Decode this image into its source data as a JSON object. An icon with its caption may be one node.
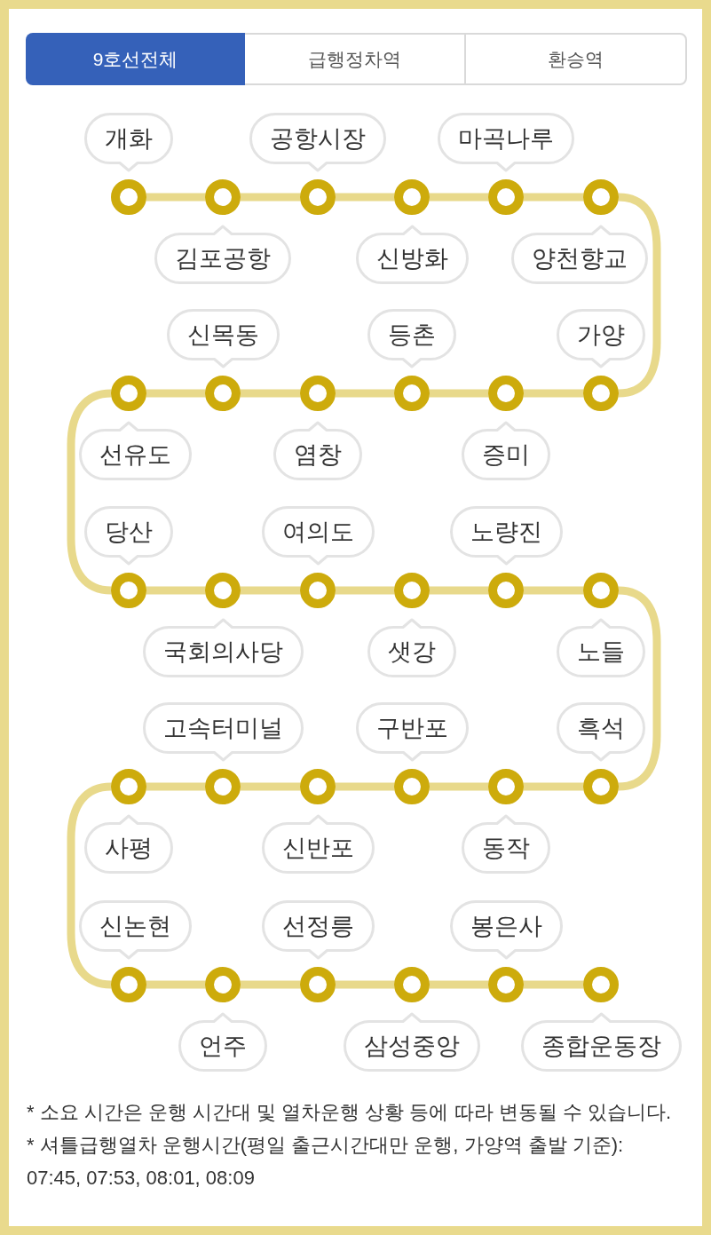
{
  "diagram": {
    "nodes": [
      {
        "text": [
          "개화"
        ]
      },
      {
        "text": [],
        "shape": "circle"
      },
      {
        "text": [
          "김포공항"
        ]
      },
      {
        "text": [],
        "shape": "circle"
      },
      {
        "text": [
          "공항시장"
        ]
      },
      {
        "text": [],
        "shape": "circle"
      },
      {
        "text": [
          "신방화"
        ]
      },
      {
        "text": [],
        "shape": "circle"
      },
      {
        "text": [
          "마곡나루"
        ]
      },
      {
        "text": [],
        "shape": "circle"
      },
      {
        "text": [
          "양천향교"
        ]
      },
      {
        "text": [],
        "shape": "circle"
      },
      {
        "text": [
          "가양"
        ]
      },
      {
        "text": [],
        "shape": "circle"
      },
      {
        "text": [
          "증미"
        ]
      },
      {
        "text": [],
        "shape": "circle"
      },
      {
        "text": [
          "등촌"
        ]
      },
      {
        "text": [],
        "shape": "circle"
      },
      {
        "text": [
          "염창"
        ]
      },
      {
        "text": [],
        "shape": "circle"
      },
      {
        "text": [
          "신목동"
        ]
      },
      {
        "text": [],
        "shape": "circle"
      },
      {
        "text": [
          "선유도"
        ]
      },
      {
        "text": [],
        "shape": "circle"
      },
      {
        "text": [
          "당산"
        ]
      },
      {
        "text": [],
        "shape": "circle"
      },
      {
        "text": [
          "국회의사당"
        ]
      },
      {
        "text": [],
        "shape": "circle"
      },
      {
        "text": [
          "여의도"
        ]
      },
      {
        "text": [],
        "shape": "circle"
      },
      {
        "text": [
          "샛강"
        ]
      },
      {
        "text": [],
        "shape": "circle"
      },
      {
        "text": [
          "노량진"
        ]
      },
      {
        "text": [],
        "shape": "circle"
      },
      {
        "text": [
          "노들"
        ]
      },
      {
        "text": [],
        "shape": "circle"
      },
      {
        "text": [
          "흑석"
        ]
      },
      {
        "text": [],
        "shape": "circle"
      },
      {
        "text": [
          "동작"
        ]
      },
      {
        "text": [],
        "shape": "circle"
      },
      {
        "text": [
          "구반포"
        ]
      },
      {
        "text": [],
        "shape": "circle"
      },
      {
        "text": [
          "신반포"
        ]
      },
      {
        "text": [],
        "shape": "circle"
      },
      {
        "text": [
          "고속터미널"
        ]
      },
      {
        "text": [],
        "shape": "circle"
      },
      {
        "text": [
          "사평"
        ]
      },
      {
        "text": [],
        "shape": "circle"
      },
      {
        "text": [
          "신논현"
        ]
      },
      {
        "text": [],
        "shape": "circle"
      },
      {
        "text": [
          "언주"
        ]
      },
      {
        "text": [],
        "shape": "circle"
      },
      {
        "text": [
          "선정릉"
        ]
      },
      {
        "text": [],
        "shape": "circle"
      },
      {
        "text": [
          "삼성중앙"
        ]
      },
      {
        "text": [],
        "shape": "circle"
      },
      {
        "text": [
          "봉은사"
        ]
      },
      {
        "text": [],
        "shape": "circle"
      },
      {
        "text": [
          "종합운동장"
        ]
      },
      {
        "text": [],
        "shape": "circle"
      }
    ],
    "edges": [
      {
        "from": 1,
        "to": 3,
        "arrow": "none"
      },
      {
        "from": 3,
        "to": 5,
        "arrow": "none"
      },
      {
        "from": 5,
        "to": 7,
        "arrow": "none"
      },
      {
        "from": 7,
        "to": 9,
        "arrow": "none"
      },
      {
        "from": 9,
        "to": 11,
        "arrow": "none"
      },
      {
        "from": 11,
        "to": 13,
        "arrow": "none"
      },
      {
        "from": 13,
        "to": 15,
        "arrow": "none"
      },
      {
        "from": 15,
        "to": 17,
        "arrow": "none"
      },
      {
        "from": 17,
        "to": 19,
        "arrow": "none"
      },
      {
        "from": 19,
        "to": 21,
        "arrow": "none"
      },
      {
        "from": 21,
        "to": 23,
        "arrow": "none"
      },
      {
        "from": 23,
        "to": 25,
        "arrow": "none"
      },
      {
        "from": 25,
        "to": 27,
        "arrow": "none"
      },
      {
        "from": 27,
        "to": 29,
        "arrow": "none"
      },
      {
        "from": 29,
        "to": 31,
        "arrow": "none"
      },
      {
        "from": 31,
        "to": 33,
        "arrow": "none"
      },
      {
        "from": 33,
        "to": 35,
        "arrow": "none"
      },
      {
        "from": 35,
        "to": 37,
        "arrow": "none"
      },
      {
        "from": 37,
        "to": 39,
        "arrow": "none"
      },
      {
        "from": 39,
        "to": 41,
        "arrow": "none"
      },
      {
        "from": 41,
        "to": 43,
        "arrow": "none"
      },
      {
        "from": 43,
        "to": 45,
        "arrow": "none"
      },
      {
        "from": 45,
        "to": 47,
        "arrow": "none"
      },
      {
        "from": 47,
        "to": 49,
        "arrow": "none"
      },
      {
        "from": 49,
        "to": 51,
        "arrow": "none"
      },
      {
        "from": 51,
        "to": 53,
        "arrow": "none"
      },
      {
        "from": 53,
        "to": 55,
        "arrow": "none"
      },
      {
        "from": 55,
        "to": 57,
        "arrow": "none"
      },
      {
        "from": 57,
        "to": 59,
        "arrow": "none"
      }
    ],
    "labels": [
      "9호선전체",
      "급행정차역",
      "환승역",
      "* 소요 시간은 운행 시간대 및 열차운행 상황 등에 따라 변동될 수 있습니다.",
      "* 셔틀급행열차 운행시간(평일 출근시간대만 운행, 가양역 출발 기준): 07:45, 07:53, 08:01, 08:09"
    ]
  }
}
